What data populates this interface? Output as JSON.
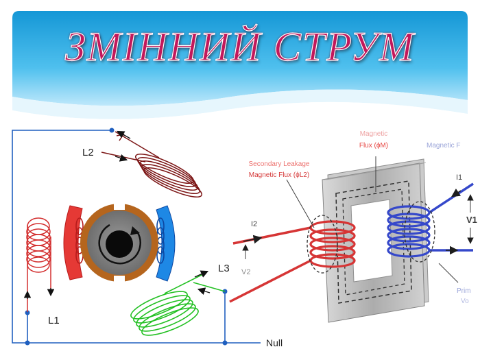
{
  "title": "ЗМІННИЙ СТРУМ",
  "generator": {
    "coil_labels": {
      "l1": "L1",
      "l2": "L2",
      "l3": "L3"
    },
    "null_label": "Null",
    "colors": {
      "l1": "#d32f2f",
      "l2": "#7b1414",
      "l3": "#22c022",
      "wire": "#1f5fbf",
      "stator_red": "#e53935",
      "stator_blue": "#1e88e5",
      "rotor": "#7a7a7a",
      "rim": "#b5651d"
    }
  },
  "transformer": {
    "labels": {
      "magnetic_flux": "Magnetic",
      "flux_symbol": "Flux (ϕM)",
      "secondary_leakage": "Secondary Leakage",
      "secondary_flux": "Magnetic Flux (ϕL2)",
      "primary_flux": "Magnetic F",
      "i1": "I1",
      "i2": "I2",
      "v1": "V1",
      "v2": "V2",
      "primary": "Prim",
      "primary2": "Vo"
    },
    "colors": {
      "primary_coil": "#2b3fc8",
      "secondary_coil": "#d42b2b",
      "core": "#b8b8b8"
    }
  }
}
